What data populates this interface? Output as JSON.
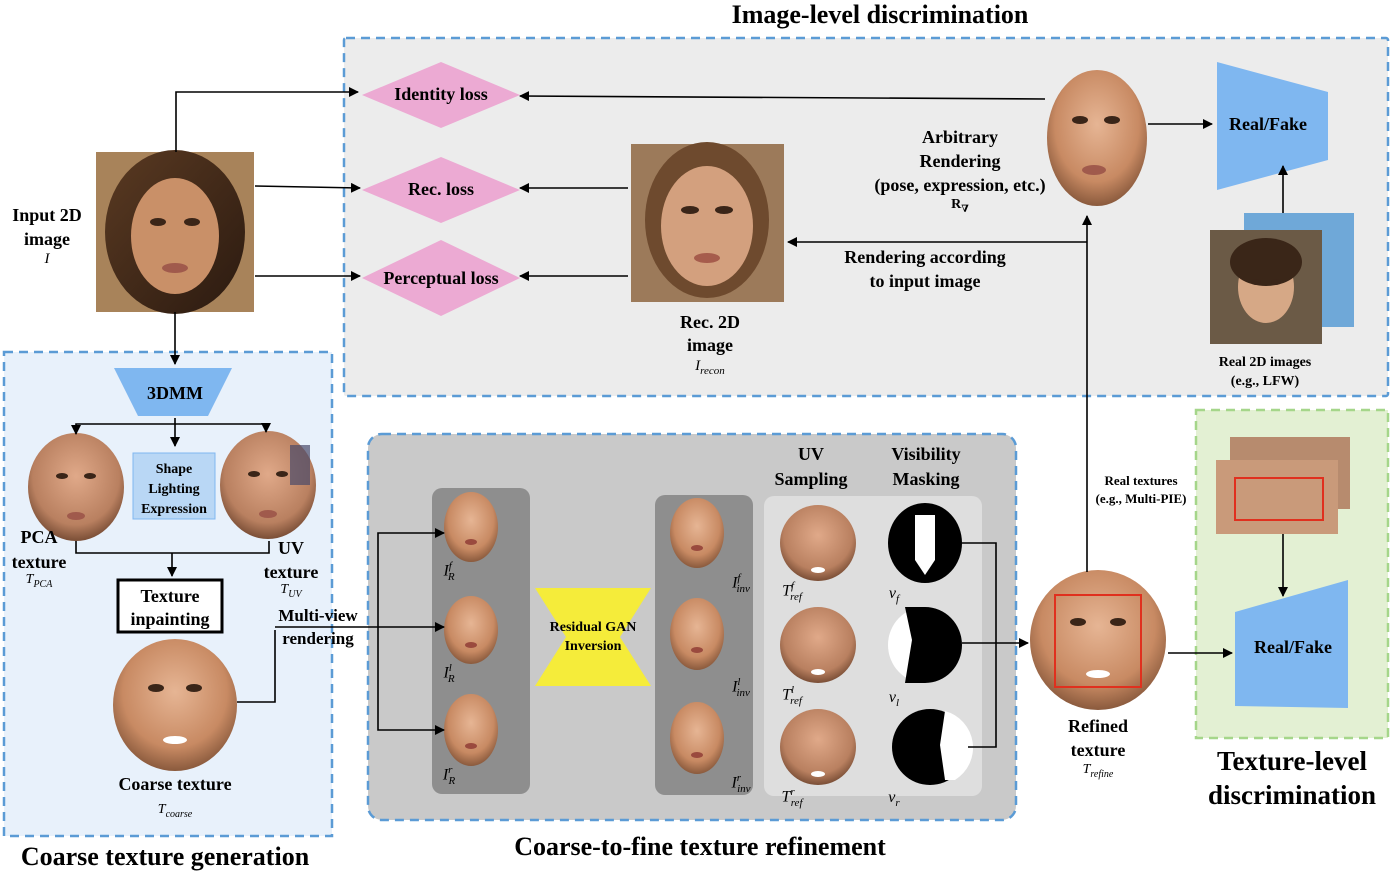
{
  "sections": {
    "image_level": "Image-level discrimination",
    "coarse": "Coarse texture generation",
    "refine": "Coarse-to-fine texture refinement",
    "texture_level_1": "Texture-level",
    "texture_level_2": "discrimination"
  },
  "losses": {
    "identity": "Identity loss",
    "rec": "Rec. loss",
    "perceptual": "Perceptual loss"
  },
  "input": {
    "l1": "Input 2D",
    "l2": "image",
    "sym": "I"
  },
  "rec_image": {
    "l1": "Rec. 2D",
    "l2": "image",
    "sym": "I",
    "sub": "recon"
  },
  "arbitrary": {
    "l1": "Arbitrary",
    "l2": "Rendering",
    "l3": "(pose, expression, etc.)",
    "sym": "R",
    "sub": "∇"
  },
  "rendering_input": {
    "l1": "Rendering according",
    "l2": "to input image"
  },
  "real_fake": "Real/Fake",
  "real_2d": {
    "l1": "Real 2D images",
    "l2": "(e.g., LFW)"
  },
  "real_textures": {
    "l1": "Real textures",
    "l2": "(e.g., Multi-PIE)"
  },
  "tdmm": "3DMM",
  "shape_box": {
    "l1": "Shape",
    "l2": "Lighting",
    "l3": "Expression"
  },
  "pca": {
    "l1": "PCA",
    "l2": "texture",
    "sym": "T",
    "sub": "PCA"
  },
  "uv": {
    "l1": "UV",
    "l2": "texture",
    "sym": "T",
    "sub": "UV"
  },
  "inpaint": {
    "l1": "Texture",
    "l2": "inpainting"
  },
  "multiview": {
    "l1": "Multi-view",
    "l2": "rendering"
  },
  "coarse_tex": {
    "l1": "Coarse texture",
    "sym": "T",
    "sub": "coarse"
  },
  "gan": {
    "l1": "Residual GAN",
    "l2": "Inversion"
  },
  "uv_sampling": {
    "l1": "UV",
    "l2": "Sampling"
  },
  "visibility": {
    "l1": "Visibility",
    "l2": "Masking"
  },
  "refined": {
    "l1": "Refined",
    "l2": "texture",
    "sym": "T",
    "sub": "refine"
  },
  "views": {
    "IR": [
      "f",
      "l",
      "r"
    ],
    "Iinv": [
      "f",
      "l",
      "r"
    ],
    "Tref": [
      "f",
      "l",
      "r"
    ],
    "v": [
      "f",
      "l",
      "r"
    ]
  },
  "colors": {
    "dash_blue": "#5b9bd5",
    "panel_gray": "#ececec",
    "panel_light_blue": "#e8f1fb",
    "panel_green": "#e3f0d3",
    "loss_pink": "#ecaad3",
    "disc_blue": "#7fb7f0",
    "gan_yellow": "#f5ec3a",
    "skin": "#d9a07a"
  }
}
